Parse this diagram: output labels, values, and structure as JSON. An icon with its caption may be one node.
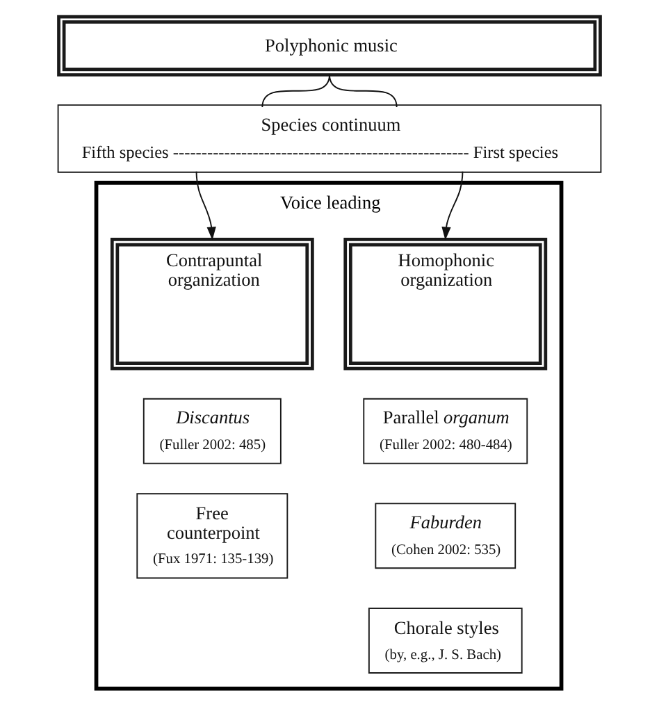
{
  "diagram": {
    "nodes": [
      {
        "text": [
          "Voice leading"
        ]
      },
      {
        "text": [
          "Polyphonic music"
        ]
      },
      {
        "text": [
          "Species continuum",
          "Fifth species ---------------------------------------------------- First species"
        ]
      },
      {
        "text": [
          "Contrapuntal organization"
        ],
        "in": 0
      },
      {
        "text": [
          "Homophonic organization"
        ],
        "in": 0
      },
      {
        "text": [
          "Discantus",
          "(Fuller 2002: 485)"
        ],
        "in": 0
      },
      {
        "text": [
          "Free counterpoint",
          "(Fux 1971: 135-139)"
        ],
        "in": 0
      },
      {
        "text": [
          "Parallel *organum*",
          "(Fuller 2002: 480-484)"
        ],
        "in": 0
      },
      {
        "text": [
          "Faburden",
          "(Cohen 2002: 535)"
        ],
        "in": 0
      },
      {
        "text": [
          "Chorale styles",
          "(by, e.g., J. S. Bach)"
        ],
        "in": 0
      }
    ],
    "edges": [
      {
        "from": 1,
        "to": 2,
        "arrow": "none"
      },
      {
        "from": 1,
        "to": 2,
        "arrow": "none"
      },
      {
        "from": 2,
        "to": 3,
        "arrow": "to"
      },
      {
        "from": 2,
        "to": 4,
        "arrow": "to"
      }
    ]
  }
}
